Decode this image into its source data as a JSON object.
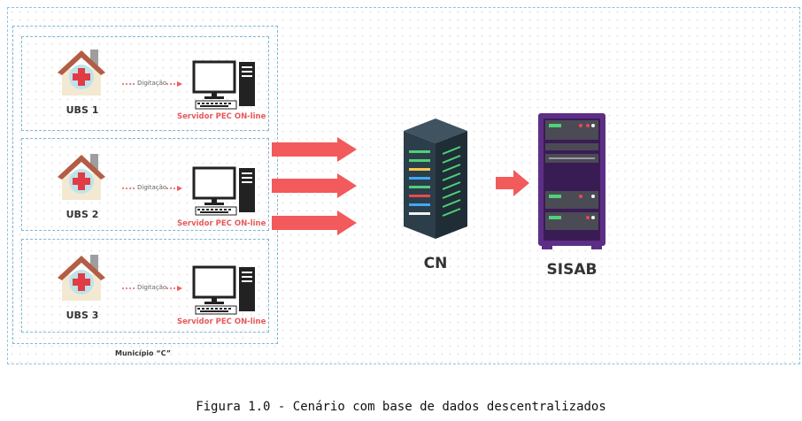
{
  "municipality": {
    "label": "Município “C”"
  },
  "units": [
    {
      "name": "UBS 1",
      "entry": "Digitação",
      "server": "Servidor PEC ON-line"
    },
    {
      "name": "UBS 2",
      "entry": "Digitação",
      "server": "Servidor PEC ON-line"
    },
    {
      "name": "UBS 3",
      "entry": "Digitação",
      "server": "Servidor PEC ON-line"
    }
  ],
  "cn": {
    "label": "CN"
  },
  "sisab": {
    "label": "SISAB"
  },
  "caption": "Figura 1.0 - Cenário com base de dados descentralizados",
  "colors": {
    "arrow": "#f25a5b",
    "border": "#7fb6d6",
    "server_label": "#e8585a"
  }
}
